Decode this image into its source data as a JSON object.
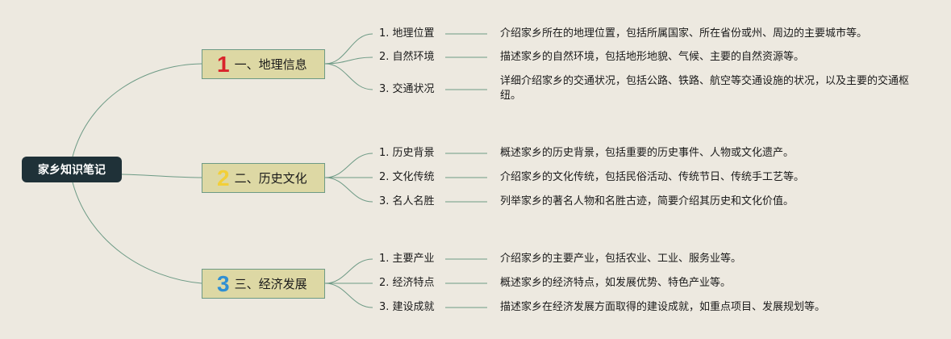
{
  "root": {
    "label": "家乡知识笔记"
  },
  "branches": [
    {
      "number": "1",
      "title": "一、地理信息",
      "color": "#d9242b",
      "topics": [
        {
          "label": "1. 地理位置",
          "desc": "介绍家乡所在的地理位置，包括所属国家、所在省份或州、周边的主要城市等。"
        },
        {
          "label": "2. 自然环境",
          "desc": "描述家乡的自然环境，包括地形地貌、气候、主要的自然资源等。"
        },
        {
          "label": "3. 交通状况",
          "desc": "详细介绍家乡的交通状况，包括公路、铁路、航空等交通设施的状况，以及主要的交通枢纽。"
        }
      ]
    },
    {
      "number": "2",
      "title": "二、历史文化",
      "color": "#f2cf38",
      "topics": [
        {
          "label": "1. 历史背景",
          "desc": "概述家乡的历史背景，包括重要的历史事件、人物或文化遗产。"
        },
        {
          "label": "2. 文化传统",
          "desc": "介绍家乡的文化传统，包括民俗活动、传统节日、传统手工艺等。"
        },
        {
          "label": "3. 名人名胜",
          "desc": "列举家乡的著名人物和名胜古迹，简要介绍其历史和文化价值。"
        }
      ]
    },
    {
      "number": "3",
      "title": "三、经济发展",
      "color": "#2f8fd3",
      "topics": [
        {
          "label": "1. 主要产业",
          "desc": "介绍家乡的主要产业，包括农业、工业、服务业等。"
        },
        {
          "label": "2. 经济特点",
          "desc": "概述家乡的经济特点，如发展优势、特色产业等。"
        },
        {
          "label": "3. 建设成就",
          "desc": "描述家乡在经济发展方面取得的建设成就，如重点项目、发展规划等。"
        }
      ]
    }
  ],
  "colors": {
    "line": "#6d9a85",
    "background": "#ede9e0",
    "root_fill": "#1f3138",
    "branch_fill": "#ddd8a4"
  }
}
